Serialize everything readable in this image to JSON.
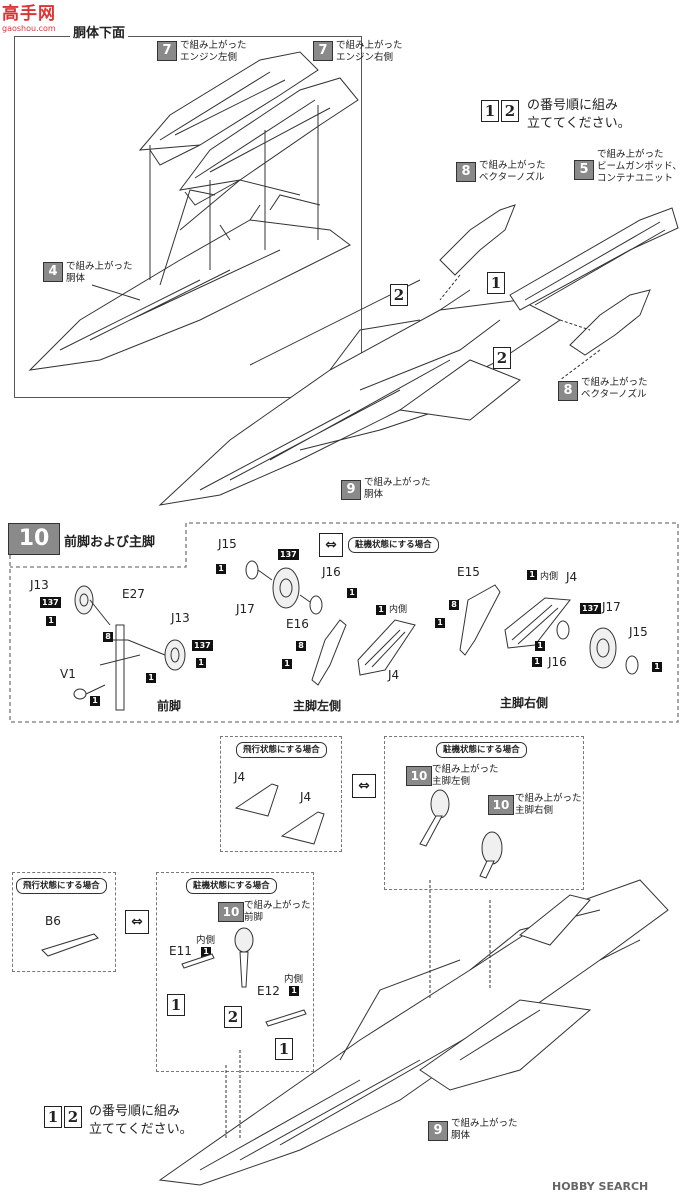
{
  "watermark": {
    "text": "高手网",
    "sub": "gaoshou.com"
  },
  "step9": {
    "header": "胴体下面",
    "order_instruction": "の番号順に組み\n立ててください。",
    "order_nums": [
      "1",
      "2"
    ],
    "callouts": [
      {
        "num": "7",
        "text": "で組み上がった\nエンジン左側"
      },
      {
        "num": "7",
        "text": "で組み上がった\nエンジン右側"
      },
      {
        "num": "4",
        "text": "で組み上がった\n胴体"
      },
      {
        "num": "8",
        "text": "で組み上がった\nベクターノズル"
      },
      {
        "num": "5",
        "text": "で組み上がった\nビームガンポッド、\nコンテナユニット"
      },
      {
        "num": "8",
        "text": "で組み上がった\nベクターノズル"
      },
      {
        "num": "9",
        "text": "で組み上がった\n胴体"
      }
    ],
    "assembly_marks": [
      "2",
      "1",
      "2"
    ]
  },
  "step10": {
    "number": "10",
    "title": "前脚および主脚",
    "parked_label": "駐機状態にする場合",
    "front_gear": {
      "label": "前脚",
      "parts": [
        "J13",
        "137",
        "1",
        "E27",
        "8",
        "J13",
        "137",
        "1",
        "V1",
        "1",
        "1"
      ]
    },
    "left_gear": {
      "label": "主脚左側",
      "parts": [
        "J15",
        "1",
        "137",
        "J16",
        "1",
        "J17",
        "E16",
        "8",
        "1",
        "1",
        "内側",
        "J4"
      ]
    },
    "right_gear": {
      "label": "主脚右側",
      "parts": [
        "E15",
        "1",
        "内側",
        "J4",
        "8",
        "1",
        "137",
        "J17",
        "J15",
        "1",
        "J16",
        "1",
        "1"
      ]
    }
  },
  "flight_box": {
    "label": "飛行状態にする場合",
    "parts": [
      "J4",
      "J4"
    ]
  },
  "parked_box": {
    "label": "駐機状態にする場合",
    "callouts": [
      {
        "num": "10",
        "text": "で組み上がった\n主脚左側"
      },
      {
        "num": "10",
        "text": "で組み上がった\n主脚右側"
      }
    ]
  },
  "flight_box2": {
    "label": "飛行状態にする場合",
    "part": "B6"
  },
  "parked_box2": {
    "label": "駐機状態にする場合",
    "callout": {
      "num": "10",
      "text": "で組み上がった\n前脚"
    },
    "parts": [
      "E11",
      "内側",
      "1",
      "E12",
      "内側",
      "1"
    ],
    "marks": [
      "1",
      "2",
      "1"
    ]
  },
  "bottom": {
    "order_instruction": "の番号順に組み\n立ててください。",
    "order_nums": [
      "1",
      "2"
    ],
    "callout": {
      "num": "9",
      "text": "で組み上がった\n胴体"
    }
  },
  "credit": {
    "text": "HOBBY SEARCH"
  }
}
